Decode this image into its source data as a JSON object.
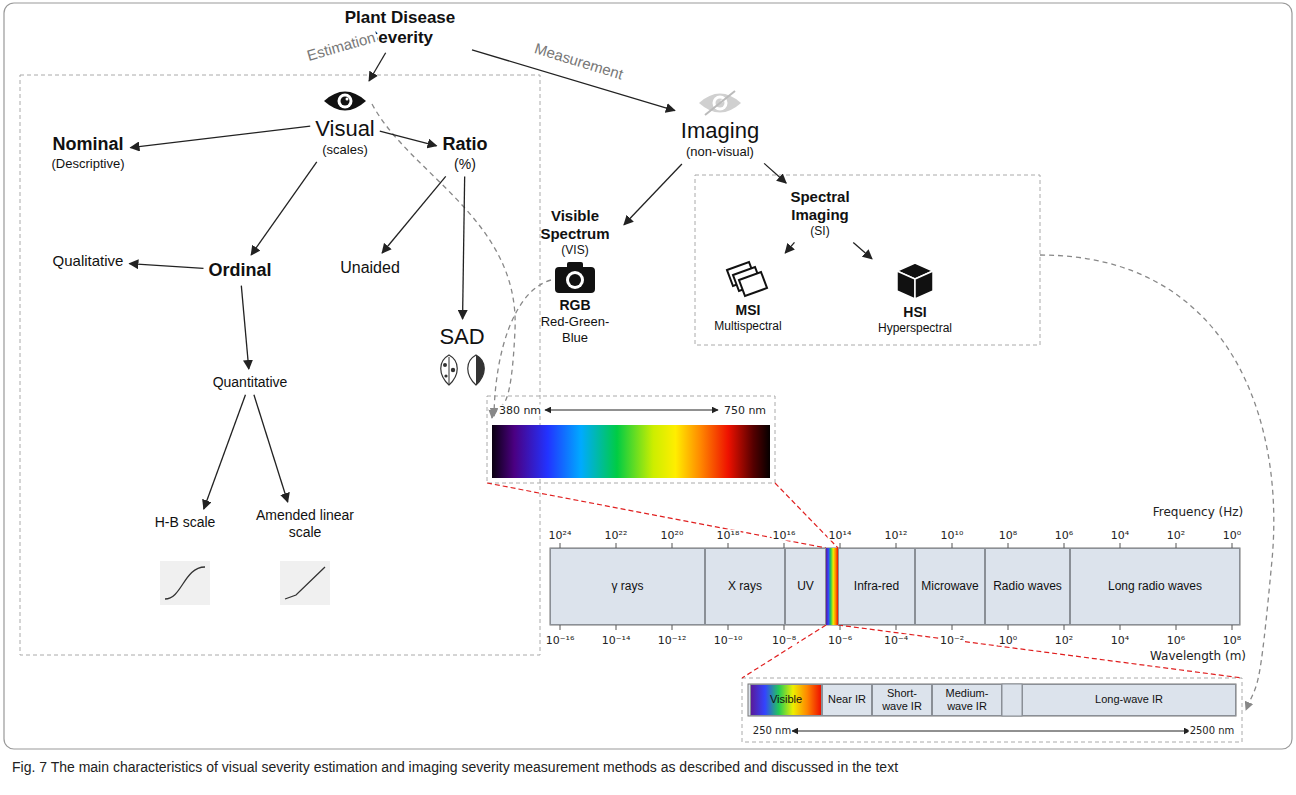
{
  "diagram": {
    "caption": "Fig. 7 The main characteristics of visual severity estimation and imaging severity measurement methods as described and discussed in the text",
    "nodes": [
      {
        "text": [
          "Plant Disease Severity"
        ]
      },
      {
        "text": [
          "Visual",
          "(scales)"
        ]
      },
      {
        "text": [
          "Nominal",
          "(Descriptive)"
        ]
      },
      {
        "text": [
          "Ratio",
          "(%)"
        ]
      },
      {
        "text": [
          "Ordinal"
        ]
      },
      {
        "text": [
          "Qualitative"
        ]
      },
      {
        "text": [
          "Quantitative"
        ]
      },
      {
        "text": [
          "Unaided"
        ]
      },
      {
        "text": [
          "SAD"
        ]
      },
      {
        "text": [
          "H-B scale"
        ]
      },
      {
        "text": [
          "Amended linear scale"
        ]
      },
      {
        "text": [
          "Imaging",
          "(non-visual)"
        ]
      },
      {
        "text": [
          "Visible Spectrum",
          "(VIS)",
          "RGB",
          "Red-Green-Blue"
        ]
      },
      {
        "text": [
          "Spectral Imaging",
          "(SI)"
        ]
      },
      {
        "text": [
          "MSI",
          "Multispectral"
        ]
      },
      {
        "text": [
          "HSI",
          "Hyperspectral"
        ]
      },
      {
        "text": [
          "γ rays"
        ]
      },
      {
        "text": [
          "X rays"
        ]
      },
      {
        "text": [
          "UV"
        ]
      },
      {
        "text": [
          "Infra-red"
        ]
      },
      {
        "text": [
          "Microwave"
        ]
      },
      {
        "text": [
          "Radio waves"
        ]
      },
      {
        "text": [
          "Long radio waves"
        ]
      },
      {
        "text": [
          "Visible"
        ]
      },
      {
        "text": [
          "Near IR"
        ]
      },
      {
        "text": [
          "Short-wave IR"
        ]
      },
      {
        "text": [
          "Medium-wave IR"
        ]
      },
      {
        "text": [
          "Long-wave IR"
        ]
      }
    ],
    "edges": [
      {
        "from": 0,
        "to": 1,
        "arrow": "to",
        "label": "Estimation"
      },
      {
        "from": 0,
        "to": 11,
        "arrow": "to",
        "label": "Measurement"
      },
      {
        "from": 1,
        "to": 2,
        "arrow": "to"
      },
      {
        "from": 1,
        "to": 3,
        "arrow": "to"
      },
      {
        "from": 1,
        "to": 4,
        "arrow": "to"
      },
      {
        "from": 4,
        "to": 5,
        "arrow": "to"
      },
      {
        "from": 4,
        "to": 6,
        "arrow": "to"
      },
      {
        "from": 3,
        "to": 7,
        "arrow": "to"
      },
      {
        "from": 3,
        "to": 8,
        "arrow": "to"
      },
      {
        "from": 6,
        "to": 9,
        "arrow": "to"
      },
      {
        "from": 6,
        "to": 10,
        "arrow": "to"
      },
      {
        "from": 11,
        "to": 12,
        "arrow": "to"
      },
      {
        "from": 11,
        "to": 13,
        "arrow": "to"
      },
      {
        "from": 13,
        "to": 14,
        "arrow": "to"
      },
      {
        "from": 13,
        "to": 15,
        "arrow": "to"
      }
    ],
    "labels": [
      "380 nm",
      "750 nm",
      "Frequency (Hz)",
      "10²⁴",
      "10²²",
      "10²⁰",
      "10¹⁸",
      "10¹⁶",
      "10¹⁴",
      "10¹²",
      "10¹⁰",
      "10⁸",
      "10⁶",
      "10⁴",
      "10²",
      "10⁰",
      "10⁻¹⁶",
      "10⁻¹⁴",
      "10⁻¹²",
      "10⁻¹⁰",
      "10⁻⁸",
      "10⁻⁶",
      "10⁻⁴",
      "10⁻²",
      "10⁰",
      "10²",
      "10⁴",
      "10⁶",
      "10⁸",
      "Wavelength (m)",
      "250 nm",
      "2500 nm"
    ]
  }
}
